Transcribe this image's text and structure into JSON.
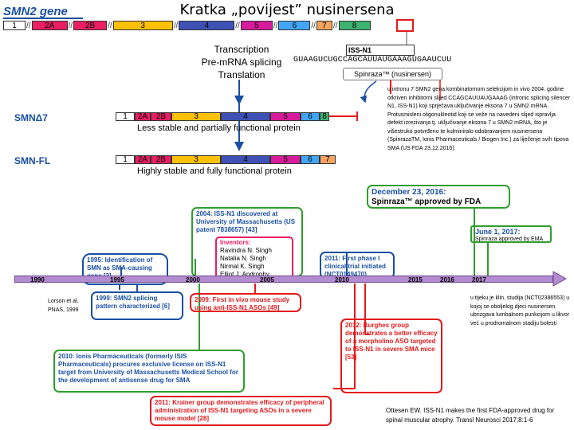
{
  "title": "Kratka „povijest” nusinersena",
  "gene_label": "SMN2 gene",
  "exons_gene": [
    {
      "label": "1",
      "color": "#ffffff"
    },
    {
      "label": "2A",
      "color": "#e91e63"
    },
    {
      "label": "2B",
      "color": "#e91e63"
    },
    {
      "label": "3",
      "color": "#ffc107"
    },
    {
      "label": "4",
      "color": "#3f51b5"
    },
    {
      "label": "5",
      "color": "#d81b9a"
    },
    {
      "label": "6",
      "color": "#42a5f5"
    },
    {
      "label": "7",
      "color": "#f4a460"
    },
    {
      "label": "8",
      "color": "#3cb371"
    }
  ],
  "exons_d7": [
    {
      "label": "1",
      "color": "#ffffff"
    },
    {
      "label": "2A",
      "color": "#e91e63"
    },
    {
      "label": "2B",
      "color": "#e91e63"
    },
    {
      "label": "3",
      "color": "#ffc107"
    },
    {
      "label": "4",
      "color": "#3f51b5"
    },
    {
      "label": "5",
      "color": "#d81b9a"
    },
    {
      "label": "6",
      "color": "#42a5f5"
    },
    {
      "label": "8",
      "color": "#3cb371"
    }
  ],
  "exons_fl": [
    {
      "label": "1",
      "color": "#ffffff"
    },
    {
      "label": "2A",
      "color": "#e91e63"
    },
    {
      "label": "2B",
      "color": "#e91e63"
    },
    {
      "label": "3",
      "color": "#ffc107"
    },
    {
      "label": "4",
      "color": "#3f51b5"
    },
    {
      "label": "5",
      "color": "#d81b9a"
    },
    {
      "label": "6",
      "color": "#42a5f5"
    },
    {
      "label": "7",
      "color": "#f4a460"
    }
  ],
  "processes": {
    "transcription": "Transcription",
    "splicing": "Pre-mRNA splicing",
    "translation": "Translation"
  },
  "iss_label": "ISS-N1",
  "sequence": "GUAAGUCUGCCAGCAUUAUGAAAGUGAAUCUU",
  "spinraza_box": "Spinraza™ (nusinersen)",
  "smn_d7": {
    "label": "SMNΔ7",
    "desc": "Less stable and partially functional protein"
  },
  "smn_fl": {
    "label": "SMN-FL",
    "desc": "Highly stable and fully functional protein"
  },
  "note_top": "u intronu 7 SMN2 gena kombinatornom selekcijom in vivo 2004. godine otkriven inhibitorni slijed CCAGCAUUAUGAAAG (intronic splicing silencer N1, ISS-N1) koji sprječava uključivanje eksona 7 u SMN2 mRNA. Protusmisleni oligonukleotid koji se veže na navedeni slijed ispravlja defekt izrezivanja tj. uključivanje eksona 7 u SMN2 mRNA, što je višestruko potvrđeno te kulminiralo odobravanjem nusinersena (SpinrazaTM, Ionis Pharmaceuticals / Biogen Inc.) za liječenje svih tipova SMA (US FDA 23.12.2016).",
  "events": {
    "e2016": {
      "date": "December 23, 2016:",
      "text": "Spinraza™ approved by FDA"
    },
    "e2017": {
      "date": "June 1, 2017:",
      "text": "Spinraza approved by EMA"
    },
    "e2004": {
      "text": "2004: ISS-N1 discovered at University of Massachusetts (US patent 7838657) [43]",
      "inventors_title": "Inventors:",
      "inventors": [
        "Ravindra N. Singh",
        "Natalia N. Singh",
        "Nirmal K. Singh",
        "Elliot J. Androphy"
      ]
    },
    "e1995": {
      "text": "1995: Identification of SMN as SMA-causing gene [3]"
    },
    "e2011a": {
      "text": "2011: First phase I clinical trial initiated (NCT0149470)"
    },
    "e1999": {
      "text": "1999: SMN2 splicing pattern characterized [6]"
    },
    "e2009": {
      "text": "2009: First in vivo mouse study using anti-ISS-N1 ASOs [49]"
    },
    "e2010": {
      "text": "2010: Ionis Pharmaceuticals (formerly ISIS Pharmaceuticals) procures exclusive license on ISS-N1 target from University of Massachusetts Medical School for the development of antisense drug for SMA"
    },
    "e2012": {
      "text": "2012: Burghes group demonstrates a better efficacy of a morpholino ASO targeted to ISS-N1 in severe SMA mice [53]"
    },
    "e2011b": {
      "text": "2011: Krainer group demonstrates efficacy of peripheral administration of ISS-N1 targeting ASOs in a severe mouse model [28]"
    }
  },
  "timeline_years": [
    "1990",
    "1995",
    "2000",
    "2005",
    "2010",
    "2015",
    "2016",
    "2017"
  ],
  "cite_lorson": "Lorson et al, PNAS, 1999",
  "note_clinical": "u tijeku je klin. studija (NCT02386553) u kojoj se oboljelog djeci nusinersen ubrizgava lumbalnom punkcijom u likvor već u prodromalnom stadiju bolesti",
  "citation": "Ottesen EW. ISS-N1 makes the first FDA-approved drug for spinal muscular atrophy. Transl Neurosci 2017;8:1-6"
}
